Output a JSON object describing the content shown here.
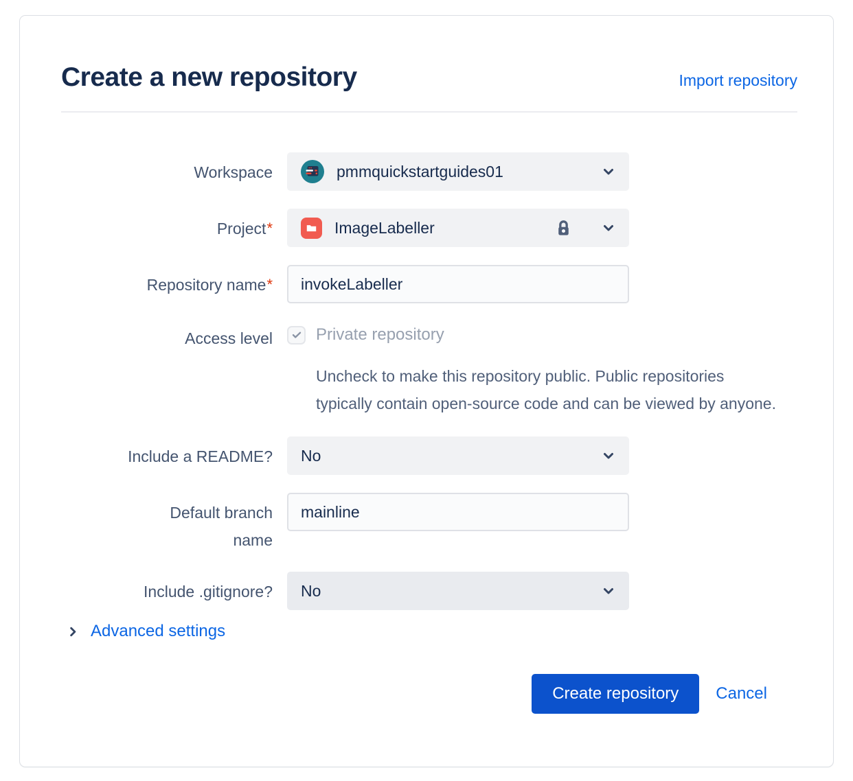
{
  "page": {
    "title": "Create a new repository",
    "import_link": "Import repository"
  },
  "form": {
    "workspace": {
      "label": "Workspace",
      "value": "pmmquickstartguides01",
      "avatar_icon": "workspace-avatar-teal"
    },
    "project": {
      "label": "Project",
      "required": "*",
      "value": "ImageLabeller",
      "icon": "red-folder-icon",
      "lock_icon": "lock-icon"
    },
    "repo_name": {
      "label": "Repository name",
      "required": "*",
      "value": "invokeLabeller"
    },
    "access_level": {
      "label": "Access level",
      "checkbox_checked": true,
      "checkbox_disabled": true,
      "checkbox_label": "Private repository",
      "description": "Uncheck to make this repository public. Public repositories typically contain open-source code and can be viewed by anyone."
    },
    "readme": {
      "label": "Include a README?",
      "value": "No"
    },
    "default_branch": {
      "label": "Default branch name",
      "value": "mainline"
    },
    "gitignore": {
      "label": "Include .gitignore?",
      "value": "No"
    },
    "advanced": {
      "label": "Advanced settings"
    }
  },
  "actions": {
    "create": "Create repository",
    "cancel": "Cancel"
  },
  "colors": {
    "title_text": "#172B4D",
    "label_text": "#44546F",
    "link_blue": "#0C66E4",
    "primary_button": "#0C52CC",
    "required_red": "#DE350B",
    "select_bg": "#F1F2F4",
    "select_bg_hover": "#E9EBEF",
    "input_border": "#DFE1E6",
    "input_bg": "#FAFBFC",
    "disabled_text": "#97A0AF",
    "help_text": "#505F79",
    "project_icon_red": "#F15B50",
    "avatar_teal": "#1F7F8F",
    "card_border": "#DCDFE4"
  }
}
